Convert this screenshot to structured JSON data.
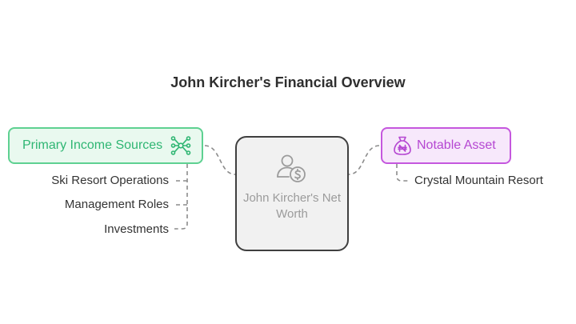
{
  "title": "John Kircher's Financial Overview",
  "center": {
    "label": "John Kircher's Net Worth",
    "icon": "person-dollar-icon"
  },
  "left_category": {
    "label": "Primary Income Sources",
    "icon": "network-hub-icon",
    "color": "#2fb673",
    "items": [
      "Ski Resort Operations",
      "Management Roles",
      "Investments"
    ]
  },
  "right_category": {
    "label": "Notable Asset",
    "icon": "money-bag-icon",
    "color": "#b547d2",
    "items": [
      "Crystal Mountain Resort"
    ]
  }
}
